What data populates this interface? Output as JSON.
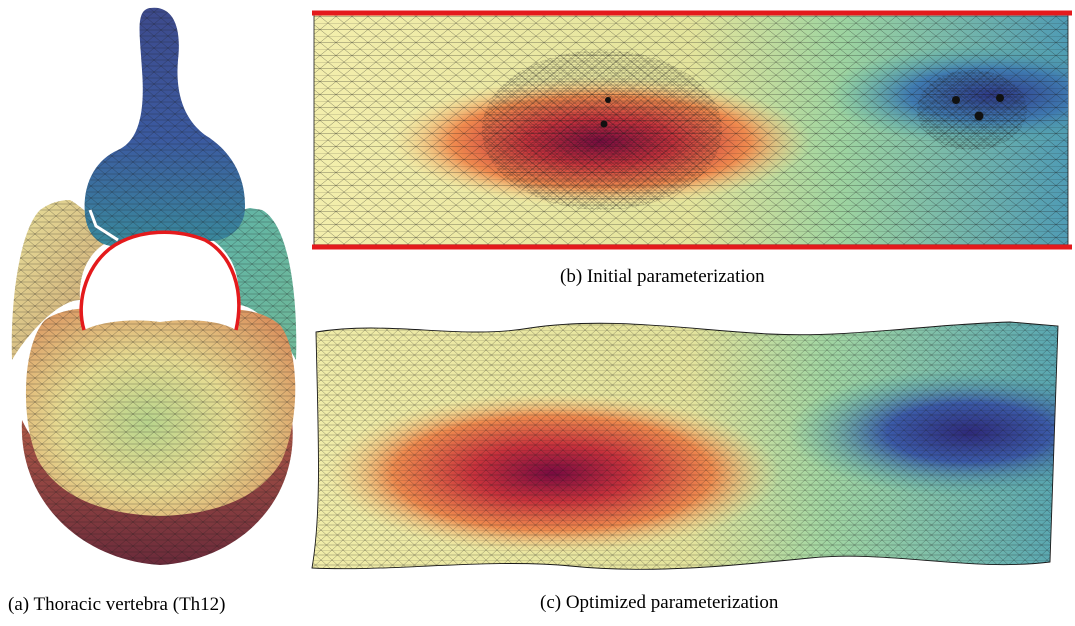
{
  "figure": {
    "panels": [
      {
        "id": "a",
        "caption": "(a)  Thoracic vertebra (Th12)"
      },
      {
        "id": "b",
        "caption": "(b)  Initial parameterization"
      },
      {
        "id": "c",
        "caption": "(c)  Optimized parameterization"
      }
    ],
    "colors": {
      "seam_cut": "#e41a1c",
      "seam_white": "#ffffff",
      "boundary_line": "#e41a1c",
      "mesh_line": "#1a1a1a",
      "colormap": [
        "#6a0a44",
        "#c8323c",
        "#ef7b48",
        "#f7d08a",
        "#f7f4b4",
        "#a8d8a0",
        "#4fa8b0",
        "#3b5aa8",
        "#2a2a6e"
      ]
    }
  }
}
